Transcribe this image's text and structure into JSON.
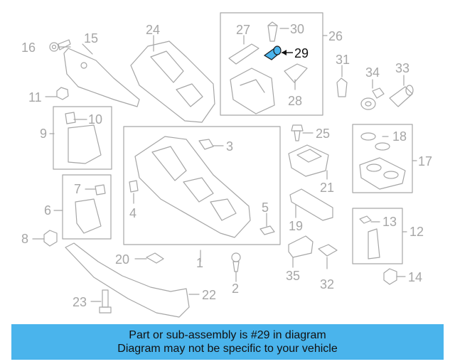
{
  "callouts": {
    "c1": "1",
    "c2": "2",
    "c3": "3",
    "c4": "4",
    "c5": "5",
    "c6": "6",
    "c7": "7",
    "c8": "8",
    "c9": "9",
    "c10": "10",
    "c11": "11",
    "c12": "12",
    "c13": "13",
    "c14": "14",
    "c15": "15",
    "c16": "16",
    "c17": "17",
    "c18": "18",
    "c19": "19",
    "c20": "20",
    "c21": "21",
    "c22": "22",
    "c23": "23",
    "c24": "24",
    "c25": "25",
    "c26": "26",
    "c27": "27",
    "c28": "28",
    "c29": "29",
    "c30": "30",
    "c31": "31",
    "c32": "32",
    "c33": "33",
    "c34": "34",
    "c35": "35"
  },
  "highlight": {
    "part": "29",
    "color": "#4ab4ec"
  },
  "colors": {
    "line": "#a6a6a6",
    "highlight_text": "#111111",
    "banner_bg": "#4ab4ec"
  },
  "banner": {
    "line1": "Part or sub-assembly is #29 in diagram",
    "line2": "Diagram may not be specific to your vehicle"
  }
}
